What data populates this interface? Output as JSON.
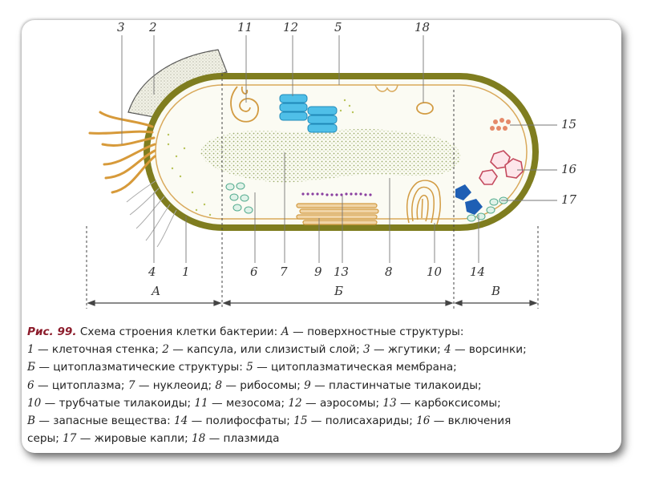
{
  "labels": {
    "n1": "1",
    "n2": "2",
    "n3": "3",
    "n4": "4",
    "n5": "5",
    "n6": "6",
    "n7": "7",
    "n8": "8",
    "n9": "9",
    "n10": "10",
    "n11": "11",
    "n12": "12",
    "n13": "13",
    "n14": "14",
    "n15": "15",
    "n16": "16",
    "n17": "17",
    "n18": "18",
    "region_a": "А",
    "region_b": "Б",
    "region_v": "В"
  },
  "caption": {
    "fig": "Рис. 99.",
    "title": " Схема строения клетки бактерии: ",
    "a_letter": "А",
    "a_text": " — поверхностные структуры:",
    "l2_n1": "1",
    "l2_t1": " — клеточная стенка; ",
    "l2_n2": "2",
    "l2_t2": " — капсула, или слизистый слой; ",
    "l2_n3": "3",
    "l2_t3": " — жгутики; ",
    "l2_n4": "4",
    "l2_t4": " — ворсинки;",
    "l3_b": "Б",
    "l3_t": " — цитоплазматические структуры: ",
    "l3_n5": "5",
    "l3_t5": " — цитоплазматическая мембрана;",
    "l4_n6": "6",
    "l4_t6": " — цитоплазма; ",
    "l4_n7": "7",
    "l4_t7": " — нуклеоид; ",
    "l4_n8": "8",
    "l4_t8": " — рибосомы; ",
    "l4_n9": "9",
    "l4_t9": " — пластинчатые тилакоиды;",
    "l5_n10": "10",
    "l5_t10": " — трубчатые тилакоиды; ",
    "l5_n11": "11",
    "l5_t11": " — мезосома; ",
    "l5_n12": "12",
    "l5_t12": " — аэросомы; ",
    "l5_n13": "13",
    "l5_t13": " — карбоксисомы;",
    "l6_v": "В",
    "l6_t": " — запасные вещества: ",
    "l6_n14": "14",
    "l6_t14": " — полифосфаты; ",
    "l6_n15": "15",
    "l6_t15": " — полисахариды; ",
    "l6_n16": "16",
    "l6_t16": " — включения",
    "l7_t0": "серы; ",
    "l7_n17": "17",
    "l7_t17": " — жировые капли; ",
    "l7_n18": "18",
    "l7_t18": " — плазмида"
  }
}
